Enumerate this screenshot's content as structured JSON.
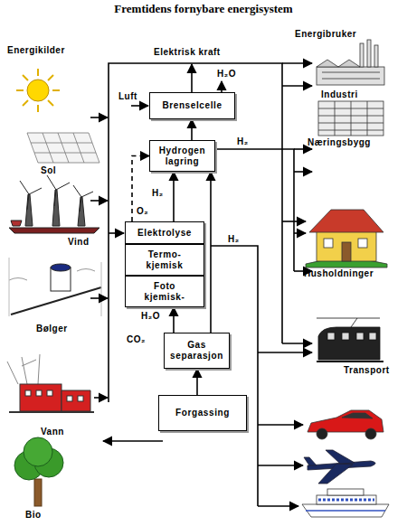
{
  "diagram": {
    "title": "Fremtidens fornybare energisystem",
    "nodes": [
      {
        "text": [
          "Brenselcelle"
        ]
      },
      {
        "text": [
          "Hydrogen lagring"
        ]
      },
      {
        "text": [
          "Elektrolyse"
        ]
      },
      {
        "text": [
          "Termo- kjemisk"
        ]
      },
      {
        "text": [
          "Foto kjemisk-"
        ]
      },
      {
        "text": [
          "Gas separasjon"
        ]
      },
      {
        "text": [
          "Forgassing"
        ]
      }
    ],
    "edges": [
      {
        "from": 1,
        "to": 0,
        "arrow": "to"
      },
      {
        "from": 2,
        "to": 1,
        "label": "H₂",
        "arrow": "to"
      },
      {
        "from": 2,
        "to": 1,
        "label": "O₂",
        "arrow": "to"
      },
      {
        "from": 5,
        "to": 1,
        "arrow": "to"
      },
      {
        "from": 6,
        "to": 5,
        "arrow": "to"
      },
      {
        "from": 5,
        "to": 4,
        "label": "H₂O",
        "arrow": "to"
      }
    ],
    "labels": [
      "Energikilder",
      "Sol",
      "Vind",
      "Bølger",
      "Vann",
      "Bio",
      "Elektrisk kraft",
      "Luft",
      "H₂O",
      "H₂",
      "H₂",
      "CO₂",
      "Energibruker",
      "Industri",
      "Næringsbygg",
      "Husholdninger",
      "Transport"
    ]
  }
}
